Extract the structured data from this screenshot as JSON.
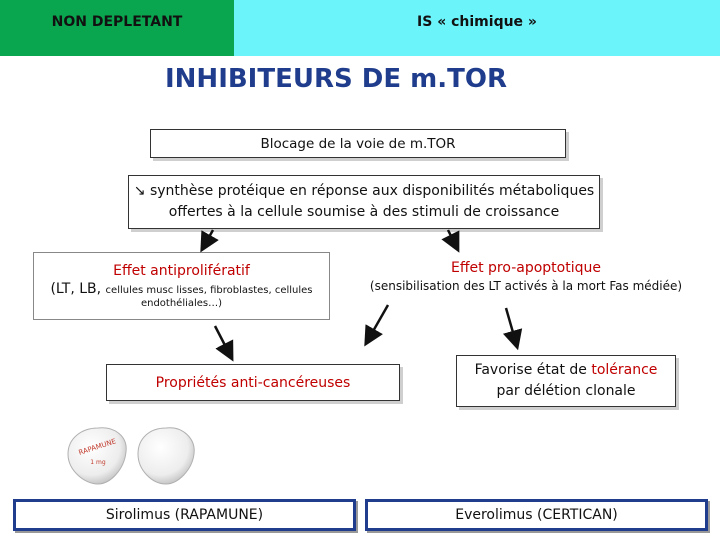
{
  "header": {
    "left_label": "NON DEPLETANT",
    "right_label": "IS « chimique »",
    "left_color": "#0aa64f",
    "right_color": "#6cf4fb"
  },
  "title": "INHIBITEURS DE m.TOR",
  "blocage": "Blocage de la voie de m.TOR",
  "synthese": {
    "line1": "↘ synthèse protéique en réponse aux disponibilités métaboliques",
    "line2": "offertes à la cellule soumise à des stimuli de croissance"
  },
  "antiproliferatif": {
    "title": "Effet antiprolifératif",
    "line2_main": "(LT, LB,",
    "line2_small": "cellules musc lisses, fibroblastes, cellules",
    "line3": "endothéliales…)"
  },
  "proapoptotique": {
    "title": "Effet pro-apoptotique",
    "detail": "(sensibilisation des LT activés à la mort Fas médiée)"
  },
  "anticancer": "Propriétés anti-cancéreuses",
  "tolerance": {
    "line1_pre": "Favorise état de ",
    "line1_red": "tolérance",
    "line2": "par délétion clonale"
  },
  "pill_text": {
    "brand": "RAPAMUNE",
    "dose": "1 mg"
  },
  "drugs": {
    "sirolimus": "Sirolimus (RAPAMUNE)",
    "everolimus": "Everolimus (CERTICAN)"
  },
  "colors": {
    "title": "#1f3d8c",
    "accent_red": "#c00000",
    "drug_border": "#1f3d8c"
  }
}
